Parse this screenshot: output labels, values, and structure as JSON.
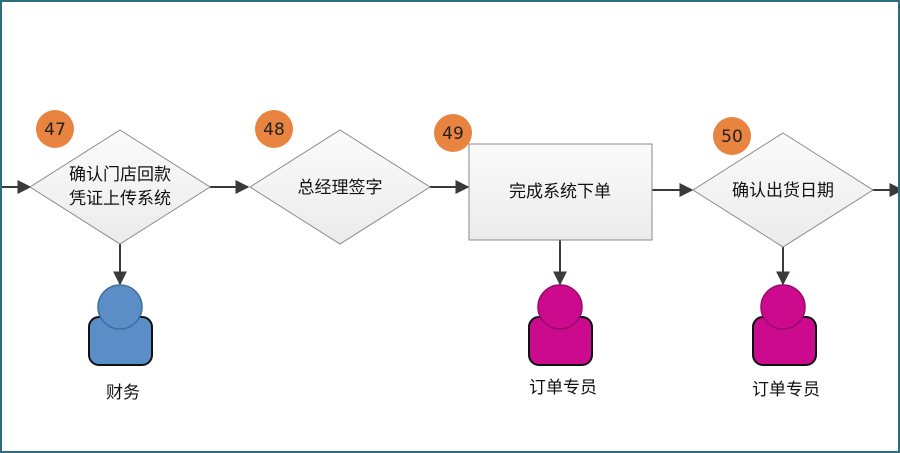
{
  "steps": [
    {
      "number": "47",
      "lines": [
        "确认门店回款",
        "凭证上传系统"
      ],
      "role": "财务"
    },
    {
      "number": "48",
      "lines": [
        "总经理签字"
      ],
      "role": ""
    },
    {
      "number": "49",
      "lines": [
        "完成系统下单"
      ],
      "role": "订单专员"
    },
    {
      "number": "50",
      "lines": [
        "确认出货日期"
      ],
      "role": "订单专员"
    }
  ],
  "colors": {
    "badge": "#e8843f",
    "diamond_fill": "#f3f3f3",
    "shape_stroke": "#8a8a8a",
    "arrow": "#3a3a3a",
    "person_blue": "#5b8ec6",
    "person_magenta": "#cc0a8e",
    "frame": "#2e6d7e"
  }
}
